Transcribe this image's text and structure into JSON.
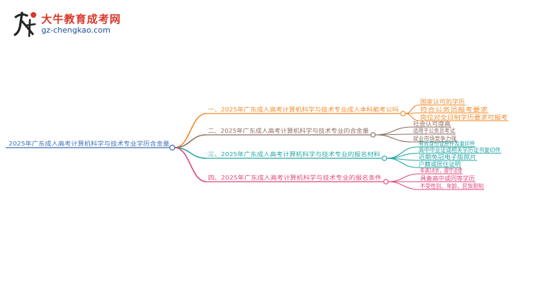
{
  "logo": {
    "title": "大牛教育成考网",
    "url": "gz-chengkao.com",
    "icon": "ox-calligraphy-icon"
  },
  "mindmap": {
    "root": "2025年广东成人高考计算机科学与技术专业学历含金量",
    "branches": [
      {
        "label": "一、2025年广东成人高考计算机科学与技术专业成人本科能考公吗",
        "color": "#f08a2a",
        "leaves": [
          "国家认可的学历",
          "符合公务员报考要求",
          "岗位对全日制学历要求可报考"
        ]
      },
      {
        "label": "二、2025年广东成人高考计算机科学与技术专业的含金量",
        "color": "#8d6e63",
        "leaves": [
          "社会认可度高",
          "适用于公务员考试",
          "就业市场竞争力强"
        ]
      },
      {
        "label": "三、2025年广东成人高考计算机科学与技术专业的报名材料",
        "color": "#26a6a6",
        "leaves": [
          "有效身份证原件及复印件",
          "高中毕业证或相关学历证书复印件",
          "近期免冠电子版照片",
          "户籍或居住证明"
        ]
      },
      {
        "label": "四、2025年广东成人高考计算机科学与技术专业的报名条件",
        "color": "#e0487a",
        "leaves": [
          "年满18岁，遵守法律",
          "具备高中或同等学历",
          "不受性别、年龄、民族限制"
        ]
      }
    ]
  }
}
